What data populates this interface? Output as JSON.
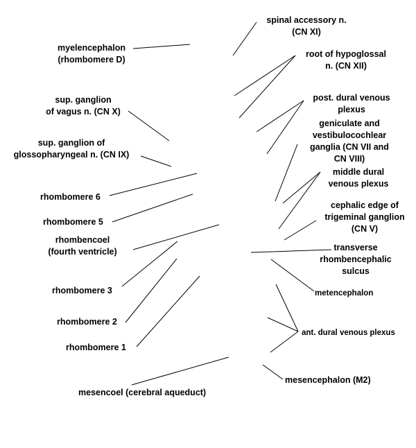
{
  "colors": {
    "text": "#000000",
    "line": "#000000",
    "background": "#ffffff"
  },
  "labels": {
    "myelencephalon": [
      "myelencephalon",
      "(rhombomere D)"
    ],
    "sup_ganglion_vagus": [
      "sup. ganglion",
      "of vagus n. (CN X)"
    ],
    "sup_ganglion_glosso": [
      "sup. ganglion of",
      "glossopharyngeal n. (CN IX)"
    ],
    "rhombomere_6": [
      "rhombomere 6"
    ],
    "rhombomere_5": [
      "rhombomere 5"
    ],
    "rhombencoel": [
      "rhombencoel",
      "(fourth ventricle)"
    ],
    "rhombomere_3": [
      "rhombomere 3"
    ],
    "rhombomere_2": [
      "rhombomere 2"
    ],
    "rhombomere_1": [
      "rhombomere 1"
    ],
    "mesencoel": [
      "mesencoel (cerebral aqueduct)"
    ],
    "spinal_accessory": [
      "spinal accessory n.",
      "(CN XI)"
    ],
    "root_hypoglossal": [
      "root of hypoglossal",
      "n. (CN XII)"
    ],
    "post_dural": [
      "post. dural venous",
      "plexus"
    ],
    "geniculate": [
      "geniculate and",
      "vestibulocochlear",
      "ganglia (CN VII and",
      "CN VIII)"
    ],
    "middle_dural": [
      "middle dural",
      "venous plexus"
    ],
    "cephalic_edge": [
      "cephalic edge of",
      "trigeminal ganglion",
      "(CN V)"
    ],
    "transverse": [
      "transverse",
      "rhombencephalic",
      "sulcus"
    ],
    "metencephalon": [
      "metencephalon"
    ],
    "ant_dural": [
      "ant. dural venous plexus"
    ],
    "mesencephalon": [
      "mesencephalon (M2)"
    ]
  }
}
